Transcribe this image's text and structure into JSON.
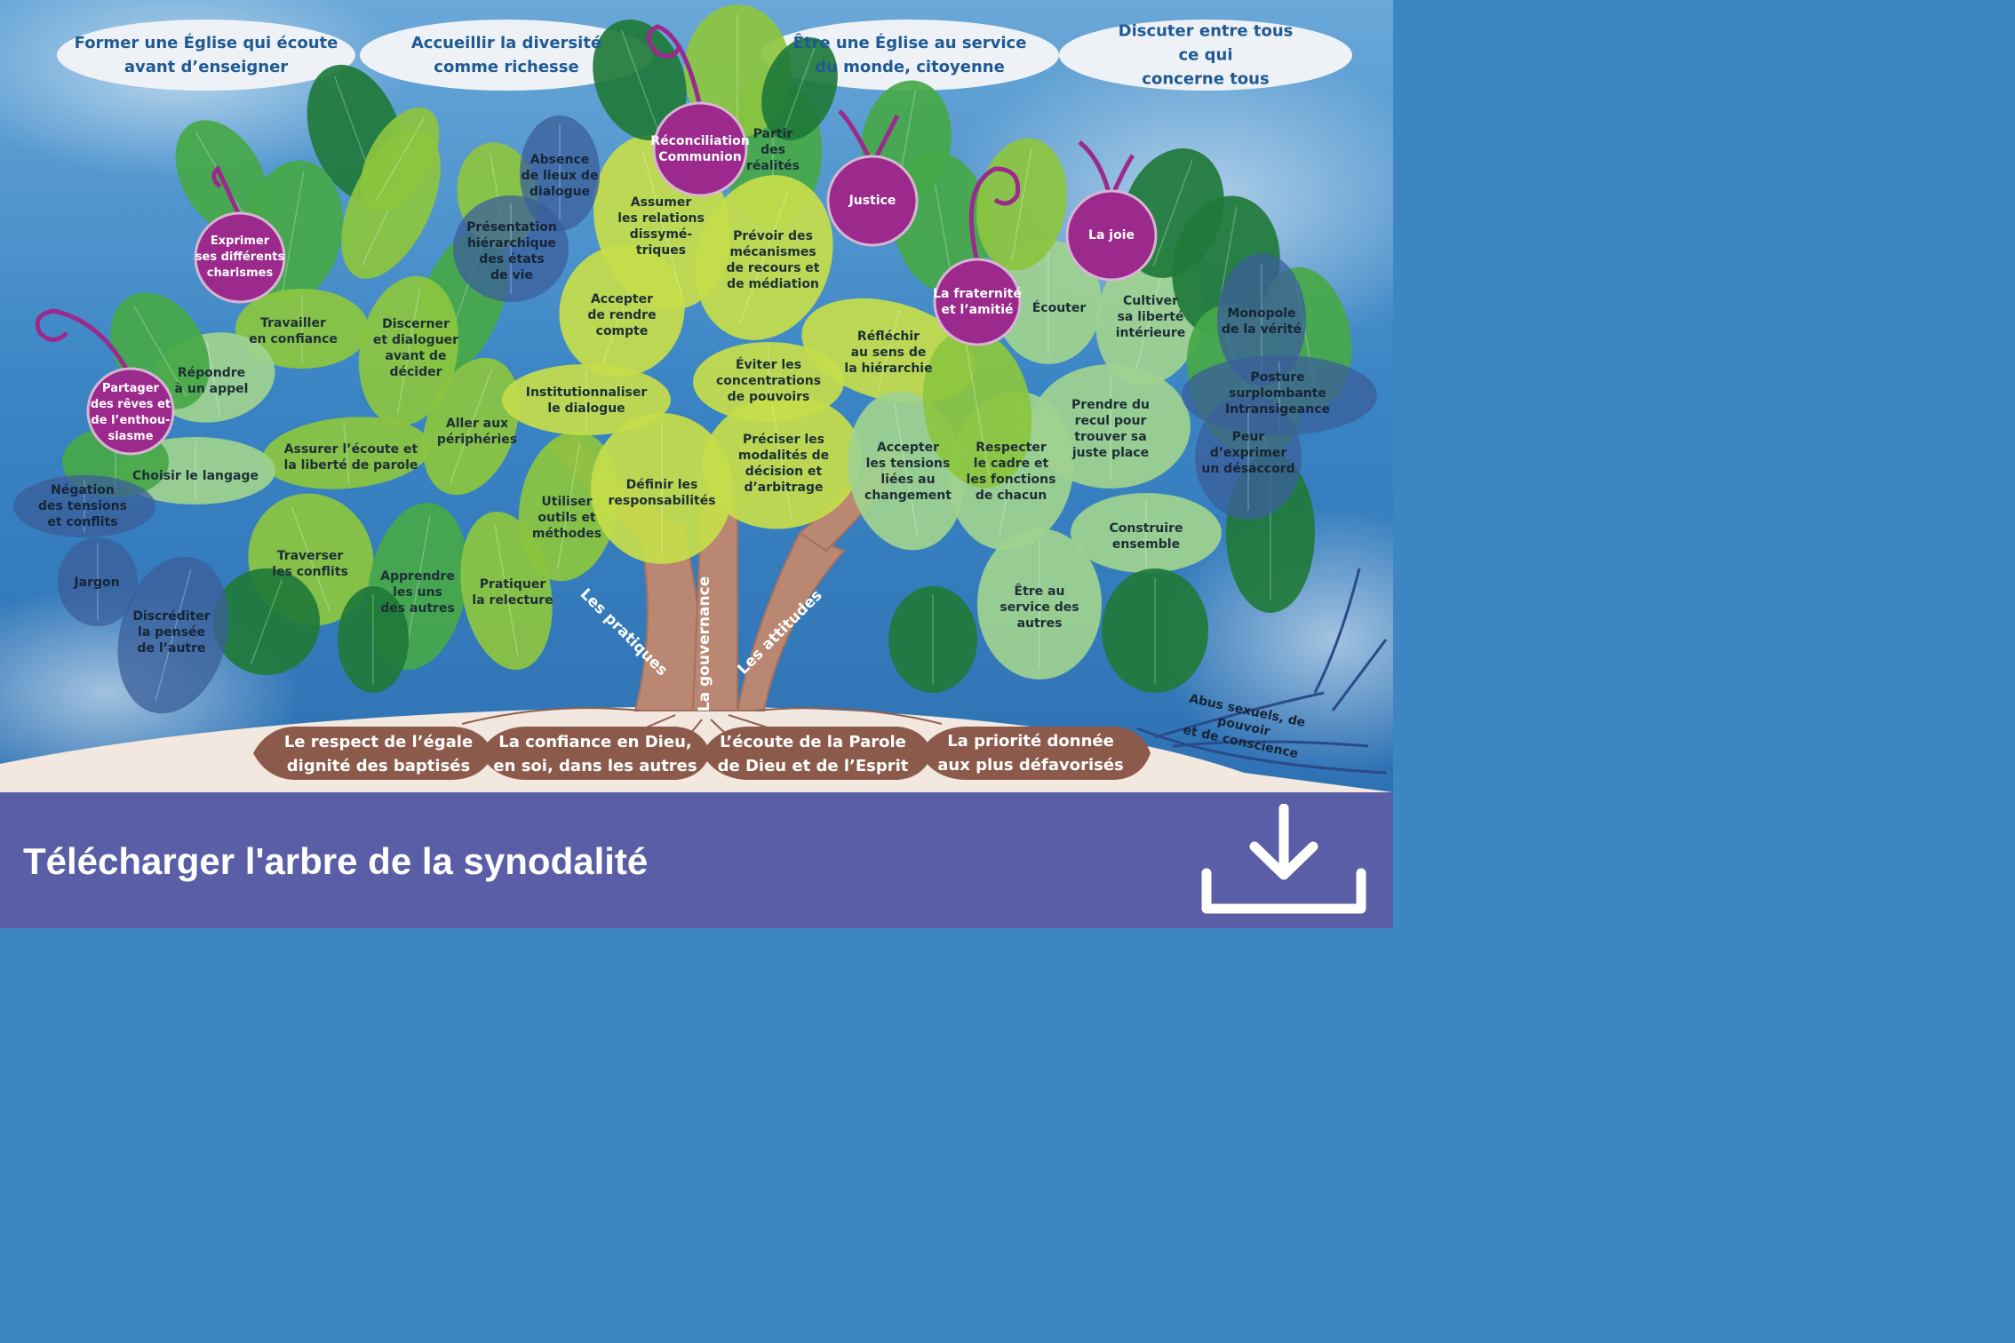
{
  "banner": {
    "title": "Télécharger l'arbre de la synodalité",
    "download_icon": "download-icon",
    "background": "#5a5ea6"
  },
  "goals": [
    "Former une Église qui écoute\navant d’enseigner",
    "Accueillir la diversité\ncomme richesse",
    "Être une Église au service\ndu monde, citoyenne",
    "Discuter entre tous ce qui\nconcerne tous"
  ],
  "fruits": [
    "Réconciliation\nCommunion",
    "Justice",
    "La joie",
    "La fraternité\net l’amitié",
    "Exprimer\nses différents\ncharismes",
    "Partager\ndes rêves et\nde l’enthou-\nsiasme"
  ],
  "branches": [
    "Les pratiques",
    "La gouvernance",
    "Les attitudes"
  ],
  "roots": [
    "Le respect de l’égale\ndignité des baptisés",
    "La confiance en Dieu,\nen soi, dans les autres",
    "L’écoute de la Parole\nde Dieu et de l’Esprit",
    "La priorité donnée\naux plus défavorisés"
  ],
  "leaves": [
    "Travailler\nen confiance",
    "Discerner\net dialoguer\navant de\ndécider",
    "Répondre\nà un appel",
    "Assurer l’écoute et\nla liberté de parole",
    "Choisir le langage",
    "Aller aux\npériphéries",
    "Utiliser\noutils et\nméthodes",
    "Traverser\nles conflits",
    "Apprendre\nles uns\ndes autres",
    "Pratiquer\nla relecture",
    "Accepter\nde rendre\ncompte",
    "Institutionnaliser\nle dialogue",
    "Définir les\nresponsabilités",
    "Assumer\nles relations\ndissymé-\ntriques",
    "Partir\ndes\nréalités",
    "Prévoir des\nmécanismes\nde recours et\nde médiation",
    "Éviter les\nconcentrations\nde pouvoirs",
    "Préciser les\nmodalités de\ndécision et\nd’arbitrage",
    "Réfléchir\nau sens de\nla hiérarchie",
    "Accepter\nles tensions\nliées au\nchangement",
    "Respecter\nle cadre et\nles fonctions\nde chacun",
    "Écouter",
    "Cultiver\nsa liberté\nintérieure",
    "Prendre du\nrecul pour\ntrouver sa\njuste place",
    "Construire\nensemble",
    "Être au\nservice des\nautres"
  ],
  "obstacles": [
    "Absence\nde lieux de\ndialogue",
    "Présentation\nhiérarchique\ndes états\nde vie",
    "Négation\ndes tensions\net conflits",
    "Jargon",
    "Discréditer\nla pensée\nde l’autre",
    "Monopole\nde la vérité",
    "Posture surplombante\nIntransigeance",
    "Peur\nd’exprimer\nun désaccord",
    "Abus sexuels, de pouvoir\net de conscience"
  ],
  "colors": {
    "sky": "#3d86c4",
    "leaf_dark": "#1f7a3a",
    "leaf_mid": "#46a848",
    "leaf_light": "#8cc63f",
    "leaf_lime": "#c6dd4a",
    "leaf_pale": "#9fd28f",
    "obstacle_leaf": "#3b5f9a",
    "fruit": "#9b2a8c",
    "root_band": "#8b5a4b",
    "trunk": "#b98772",
    "ground": "#f3e8df",
    "goal_text": "#1f5a93"
  }
}
